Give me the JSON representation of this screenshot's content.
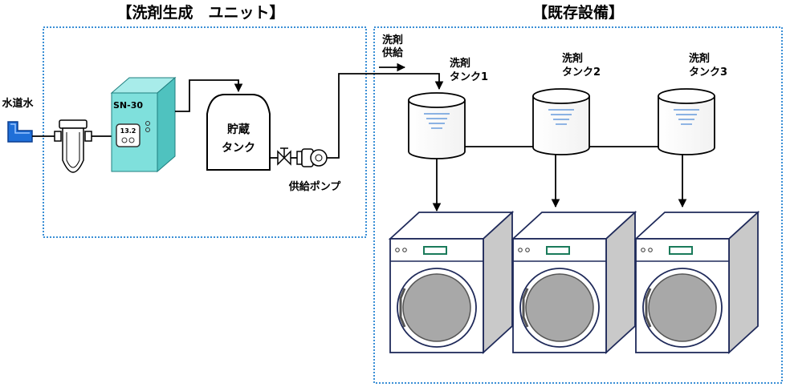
{
  "detergent_unit": {
    "title": "【洗剤生成　ユニット】",
    "tap_label": "水道水",
    "generator": {
      "model": "SN-30",
      "display_value": "13.2"
    },
    "storage_tank": {
      "line1": "貯蔵",
      "line2": "タンク"
    },
    "pump_label": "供給ポンプ"
  },
  "existing_equipment": {
    "title": "【既存設備】",
    "supply_label": {
      "line1": "洗剤",
      "line2": "供給"
    },
    "tanks": [
      {
        "line1": "洗剤",
        "line2": "タンク1"
      },
      {
        "line1": "洗剤",
        "line2": "タンク2"
      },
      {
        "line1": "洗剤",
        "line2": "タンク3"
      }
    ]
  },
  "colors": {
    "dotted_border": "#3a8fd6",
    "pipe": "#000000",
    "generator_face": "#7fe0dc",
    "generator_side": "#4fc2bf",
    "tap_blue": "#1f6fd8",
    "water_line": "#4a88d6",
    "washer_body": "#ffffff",
    "washer_side": "#c9c9c9",
    "washer_outline": "#1f2a5a",
    "washer_window": "#a8a8a8",
    "washer_handle": "#1a7a5a"
  }
}
